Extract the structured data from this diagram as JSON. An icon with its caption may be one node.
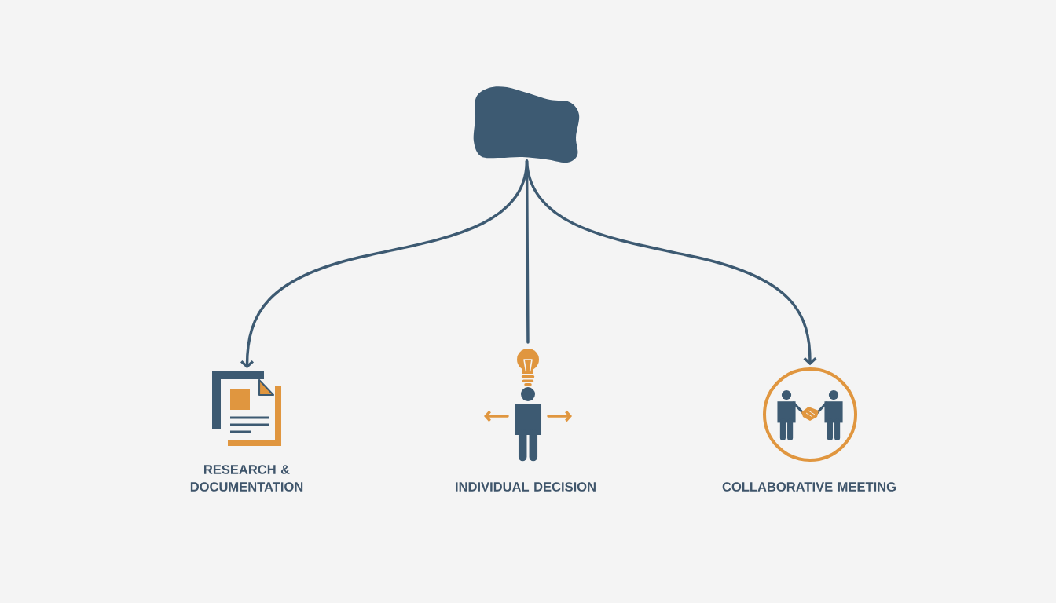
{
  "diagram": {
    "nodes": [
      {
        "text": [],
        "shape": "box"
      },
      {
        "text": [
          "RESEARCH & DOCUMENTATION"
        ]
      },
      {
        "text": [
          "INDIVIDUAL DECISION"
        ]
      },
      {
        "text": [
          "COLLABORATIVE MEETING"
        ]
      }
    ],
    "edges": [
      {
        "from": 0,
        "to": 1,
        "arrow": "to"
      },
      {
        "from": 0,
        "to": 2,
        "arrow": "none"
      },
      {
        "from": 0,
        "to": 3,
        "arrow": "to"
      }
    ]
  }
}
